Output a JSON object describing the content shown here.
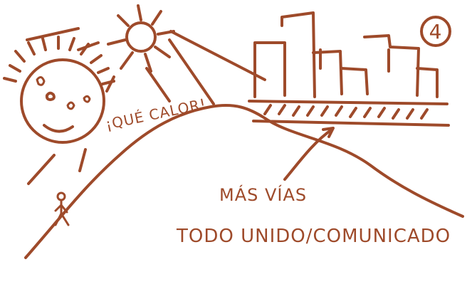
{
  "page_number": "4",
  "sun_exclamation": "¡QUÉ CALOR!",
  "label_more_roads": "MÁS VÍAS",
  "label_connected": "TODO UNIDO/COMUNICADO",
  "colors": {
    "ink": "#9e4a2a",
    "background": "#ffffff"
  },
  "icons": [
    "smiling-sun-face-icon",
    "small-sun-icon",
    "stick-figure-icon",
    "city-skyline-icon",
    "arrow-icon"
  ]
}
